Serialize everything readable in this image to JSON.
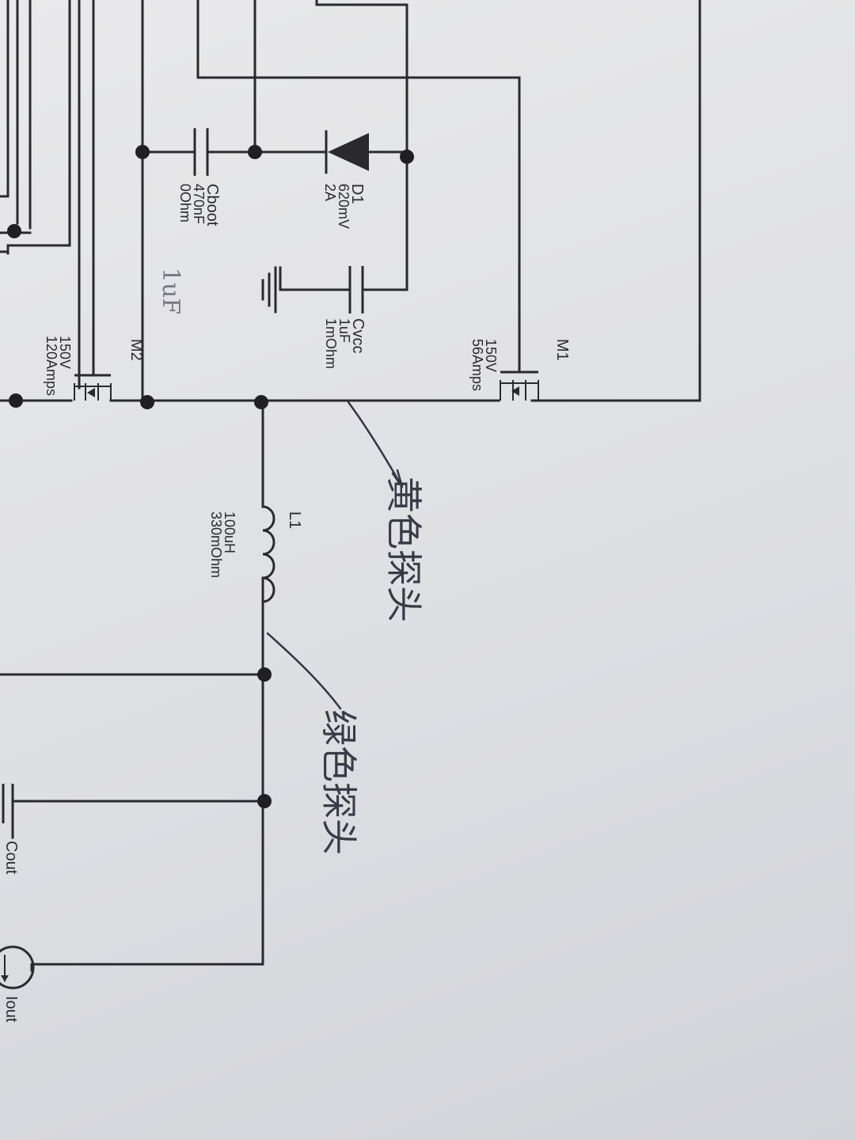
{
  "schematic": {
    "components": {
      "d1": {
        "name": "D1",
        "v1": "620mV",
        "v2": "2A"
      },
      "cboot": {
        "name": "Cboot",
        "v1": "470nF",
        "v2": "0Ohm"
      },
      "cvcc": {
        "name": "Cvcc",
        "v1": "1uF",
        "v2": "1mOhm"
      },
      "m1": {
        "name": "M1",
        "v1": "150V",
        "v2": "56Amps"
      },
      "m2": {
        "name": "M2",
        "v1": "150V",
        "v2": "120Amps"
      },
      "l1": {
        "name": "L1",
        "v1": "100uH",
        "v2": "330mOhm"
      },
      "cout": {
        "name": "Cout"
      },
      "iout": {
        "name": "Iout"
      }
    },
    "handwritten": {
      "cboot_note": "1uF",
      "note_switch_node": "黄色探头",
      "note_output_node": "绿色探头"
    }
  }
}
